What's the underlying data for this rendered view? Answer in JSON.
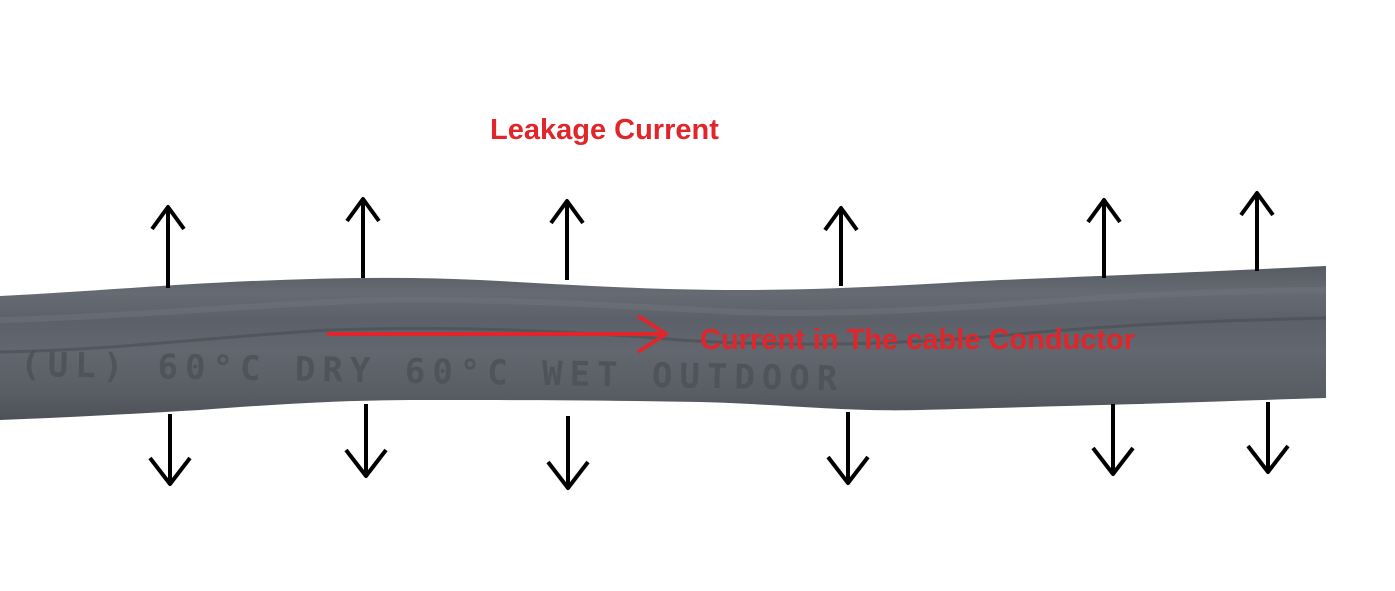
{
  "title": "Leakage Current",
  "current_label": "Current in The cable Conductor",
  "cable_print": "(UL) 60°C DRY 60°C WET OUTDOOR",
  "colors": {
    "label_red": "#e0262b",
    "arrow_red": "#e0262b",
    "cable_gray": "#5b5f66",
    "cable_shadow": "#4a4e55",
    "cable_highlight": "#6d7179",
    "print_gray": "#4d5158",
    "arrow_black": "#000000"
  },
  "arrows": {
    "leakage_pairs": 6,
    "up_icon": "arrow-up-icon",
    "down_icon": "arrow-down-icon",
    "current_icon": "arrow-right-icon"
  }
}
